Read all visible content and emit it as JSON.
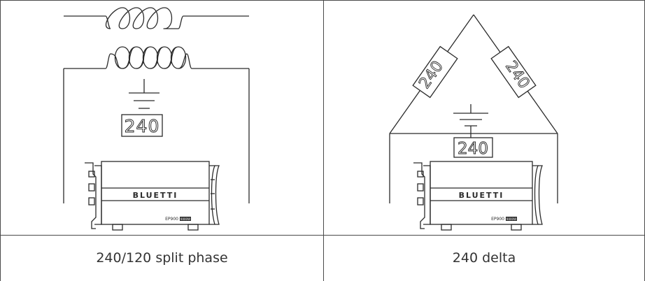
{
  "panels": [
    {
      "label": "240",
      "device_brand": "BLUETTI",
      "device_model": "EP900",
      "device_badge": "9000W",
      "caption": "240/120 split phase"
    },
    {
      "label_left": "240",
      "label_right": "240",
      "label_center": "240",
      "device_brand": "BLUETTI",
      "device_model": "EP900",
      "device_badge": "9000W",
      "caption": "240 delta"
    }
  ],
  "colors": {
    "line": "#2b2b2b",
    "border": "#4a4a4a",
    "caption_text": "#333333"
  }
}
